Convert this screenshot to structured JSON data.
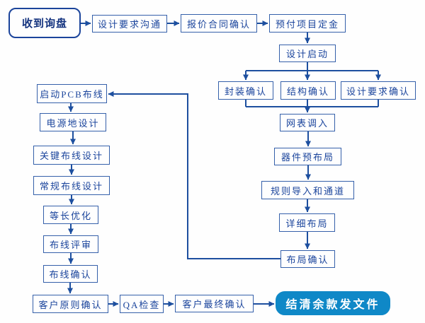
{
  "diagram": {
    "kind": "flowchart",
    "colors": {
      "line": "#1d4f9f",
      "box_border": "#3560aa",
      "box_text": "#1a449c",
      "start_box_border": "#1b449b",
      "final_box_fill": "#0f88c7",
      "final_box_text": "#ffffff",
      "background": "#fefefe"
    }
  },
  "nodes": [
    {
      "id": "received-inquiry",
      "label": "收到询盘",
      "shape": "rounded"
    },
    {
      "id": "design-requirements-communication",
      "label": "设计要求沟通",
      "shape": "rect"
    },
    {
      "id": "quote-contract-confirmation",
      "label": "报价合同确认",
      "shape": "rect"
    },
    {
      "id": "prepay-project-deposit",
      "label": "预付项目定金",
      "shape": "rect"
    },
    {
      "id": "design-kickoff",
      "label": "设计启动",
      "shape": "rect"
    },
    {
      "id": "package-confirmation",
      "label": "封装确认",
      "shape": "rect"
    },
    {
      "id": "structure-confirmation",
      "label": "结构确认",
      "shape": "rect"
    },
    {
      "id": "design-requirements-confirmation",
      "label": "设计要求确认",
      "shape": "rect"
    },
    {
      "id": "netlist-import",
      "label": "网表调入",
      "shape": "rect"
    },
    {
      "id": "component-pre-placement",
      "label": "器件预布局",
      "shape": "rect"
    },
    {
      "id": "rules-import-and-channels",
      "label": "规则导入和通道",
      "shape": "rect"
    },
    {
      "id": "detailed-placement",
      "label": "详细布局",
      "shape": "rect"
    },
    {
      "id": "placement-confirmation",
      "label": "布局确认",
      "shape": "rect"
    },
    {
      "id": "start-pcb-routing",
      "label": "启动PCB布线",
      "shape": "rect"
    },
    {
      "id": "power-ground-design",
      "label": "电源地设计",
      "shape": "rect"
    },
    {
      "id": "critical-routing-design",
      "label": "关键布线设计",
      "shape": "rect"
    },
    {
      "id": "regular-routing-design",
      "label": "常规布线设计",
      "shape": "rect"
    },
    {
      "id": "length-matching-optimization",
      "label": "等长优化",
      "shape": "rect"
    },
    {
      "id": "routing-review",
      "label": "布线评审",
      "shape": "rect"
    },
    {
      "id": "routing-confirmation",
      "label": "布线确认",
      "shape": "rect"
    },
    {
      "id": "customer-principle-confirmation",
      "label": "客户原则确认",
      "shape": "rect"
    },
    {
      "id": "qa-check",
      "label": "QA检查",
      "shape": "rect"
    },
    {
      "id": "customer-final-confirmation",
      "label": "客户最终确认",
      "shape": "rect"
    },
    {
      "id": "settle-balance-send-files",
      "label": "结清余款发文件",
      "shape": "rounded-filled"
    }
  ],
  "edges": [
    {
      "from": "received-inquiry",
      "to": "design-requirements-communication"
    },
    {
      "from": "design-requirements-communication",
      "to": "quote-contract-confirmation"
    },
    {
      "from": "quote-contract-confirmation",
      "to": "prepay-project-deposit"
    },
    {
      "from": "prepay-project-deposit",
      "to": "design-kickoff"
    },
    {
      "from": "design-kickoff",
      "to": "package-confirmation"
    },
    {
      "from": "design-kickoff",
      "to": "structure-confirmation"
    },
    {
      "from": "design-kickoff",
      "to": "design-requirements-confirmation"
    },
    {
      "from": "package-confirmation",
      "to": "netlist-import"
    },
    {
      "from": "structure-confirmation",
      "to": "netlist-import"
    },
    {
      "from": "design-requirements-confirmation",
      "to": "netlist-import"
    },
    {
      "from": "netlist-import",
      "to": "component-pre-placement"
    },
    {
      "from": "component-pre-placement",
      "to": "rules-import-and-channels"
    },
    {
      "from": "rules-import-and-channels",
      "to": "detailed-placement"
    },
    {
      "from": "detailed-placement",
      "to": "placement-confirmation"
    },
    {
      "from": "placement-confirmation",
      "to": "start-pcb-routing"
    },
    {
      "from": "start-pcb-routing",
      "to": "power-ground-design"
    },
    {
      "from": "power-ground-design",
      "to": "critical-routing-design"
    },
    {
      "from": "critical-routing-design",
      "to": "regular-routing-design"
    },
    {
      "from": "regular-routing-design",
      "to": "length-matching-optimization"
    },
    {
      "from": "length-matching-optimization",
      "to": "routing-review"
    },
    {
      "from": "routing-review",
      "to": "routing-confirmation"
    },
    {
      "from": "routing-confirmation",
      "to": "customer-principle-confirmation"
    },
    {
      "from": "customer-principle-confirmation",
      "to": "qa-check"
    },
    {
      "from": "qa-check",
      "to": "customer-final-confirmation"
    },
    {
      "from": "customer-final-confirmation",
      "to": "settle-balance-send-files"
    }
  ]
}
